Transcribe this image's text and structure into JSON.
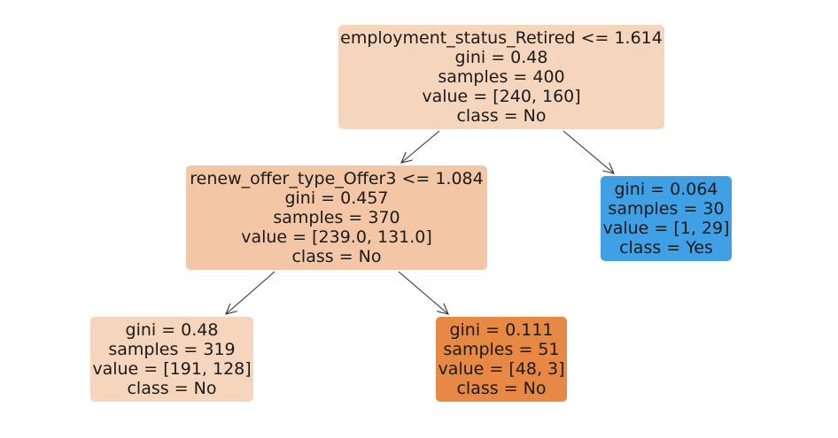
{
  "tree": {
    "root": {
      "split": "employment_status_Retired <= 1.614",
      "gini": "gini = 0.48",
      "samples": "samples = 400",
      "value": "value = [240, 160]",
      "class": "class = No",
      "color": "#f6d5bd"
    },
    "left": {
      "split": "renew_offer_type_Offer3 <= 1.084",
      "gini": "gini = 0.457",
      "samples": "samples = 370",
      "value": "value = [239.0, 131.0]",
      "class": "class = No",
      "color": "#f3c7a6"
    },
    "right": {
      "gini": "gini = 0.064",
      "samples": "samples = 30",
      "value": "value = [1, 29]",
      "class": "class = Yes",
      "color": "#40a0e6"
    },
    "left_left": {
      "gini": "gini = 0.48",
      "samples": "samples = 319",
      "value": "value = [191, 128]",
      "class": "class = No",
      "color": "#f6d5bd"
    },
    "left_right": {
      "gini": "gini = 0.111",
      "samples": "samples = 51",
      "value": "value = [48, 3]",
      "class": "class = No",
      "color": "#e78845"
    }
  }
}
